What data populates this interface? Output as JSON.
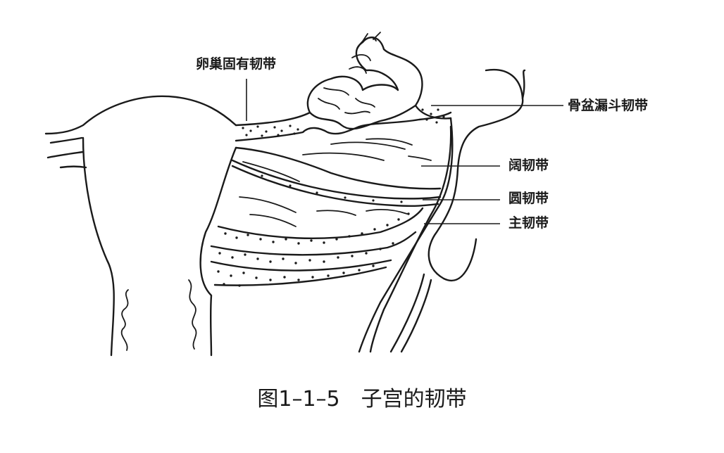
{
  "labels": {
    "ovarian_ligament": "卵巢固有韧带",
    "infundibulopelvic_ligament": "骨盆漏斗韧带",
    "broad_ligament": "阔韧带",
    "round_ligament": "圆韧带",
    "cardinal_ligament": "主韧带"
  },
  "caption": {
    "figure_number": "图1–1–5",
    "title": "子宫的韧带"
  }
}
